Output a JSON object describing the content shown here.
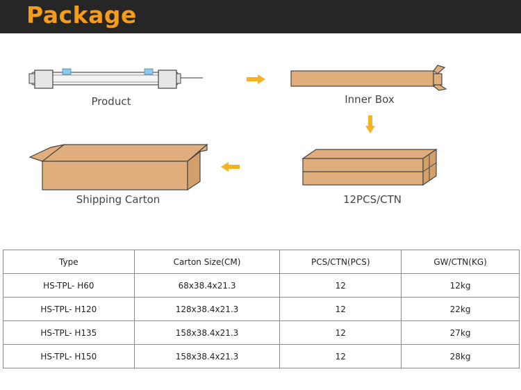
{
  "header": {
    "title": "Package"
  },
  "steps": {
    "product": "Product",
    "inner_box": "Inner Box",
    "packing": "12PCS/CTN",
    "shipping": "Shipping Carton"
  },
  "colors": {
    "accent": "#f59c1a",
    "cardboard": "#dfae7c",
    "arrow": "#f5b324",
    "header_bg": "#262626"
  },
  "table": {
    "headers": [
      "Type",
      "Carton Size(CM)",
      "PCS/CTN(PCS)",
      "GW/CTN(KG)"
    ],
    "rows": [
      [
        "HS-TPL- H60",
        "68x38.4x21.3",
        "12",
        "12kg"
      ],
      [
        "HS-TPL- H120",
        "128x38.4x21.3",
        "12",
        "22kg"
      ],
      [
        "HS-TPL- H135",
        "158x38.4x21.3",
        "12",
        "27kg"
      ],
      [
        "HS-TPL- H150",
        "158x38.4x21.3",
        "12",
        "28kg"
      ]
    ]
  }
}
